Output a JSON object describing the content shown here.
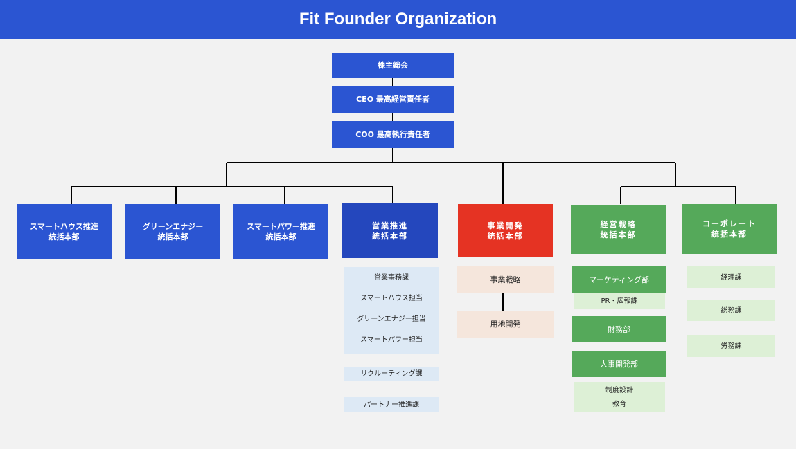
{
  "title": "Fit Founder Organization",
  "top": {
    "shareholders": "株主総会",
    "ceo": "CEO 最高経営責任者",
    "coo": "COO 最高執行責任者"
  },
  "divisions": {
    "smarthouse": "スマートハウス推進\n統括本部",
    "green_energy": "グリーンエナジー\n統括本部",
    "smartpower": "スマートパワー推進\n統括本部",
    "sales": "営業推進\n統括本部",
    "business_dev": "事業開発\n統括本部",
    "management": "経営戦略\n統括本部",
    "corporate": "コーポレート\n統括本部"
  },
  "sales_units": {
    "group": [
      "営業事務課",
      "スマートハウス担当",
      "グリーンエナジー担当",
      "スマートパワー担当"
    ],
    "recruiting": "リクルーティング課",
    "partner": "パートナー推進課"
  },
  "bizdev_units": {
    "strategy": "事業戦略",
    "land": "用地開発"
  },
  "management_units": {
    "marketing": "マーケティング部",
    "pr": "PR・広報課",
    "finance": "財務部",
    "hr": "人事開発部",
    "hr_sub": [
      "制度設計",
      "教育"
    ]
  },
  "corporate_units": {
    "accounting": "経理課",
    "general": "総務課",
    "labor": "労務課"
  },
  "colors": {
    "blue": "#2b55d2",
    "red": "#e53323",
    "green": "#55a95a",
    "background": "#f2f2f2"
  }
}
